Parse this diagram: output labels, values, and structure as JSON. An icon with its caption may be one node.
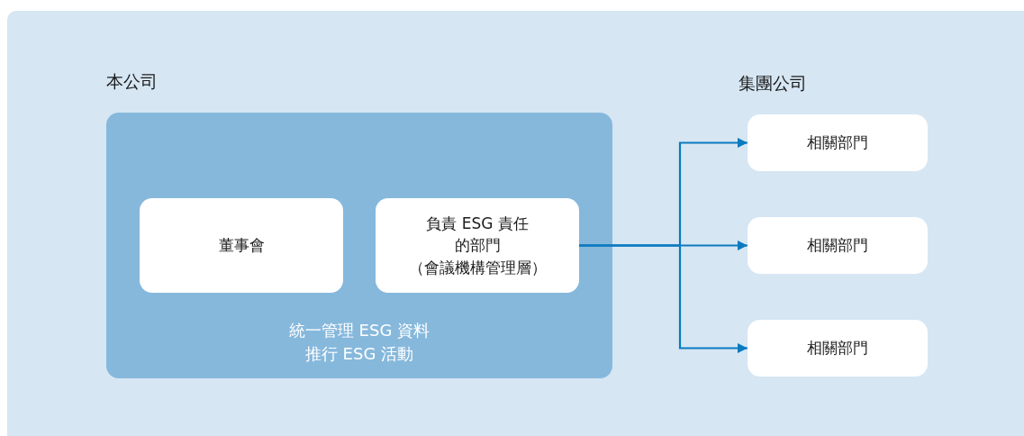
{
  "diagram": {
    "nodes": [
      {
        "text": [
          "本公司",
          "統一管理 ESG 資料推行 ESG 活動"
        ]
      },
      {
        "text": [
          "董事會"
        ],
        "in": 0
      },
      {
        "text": [
          "負責 ESG 責任的部門（會議機構管理層）"
        ],
        "in": 0
      },
      {
        "text": [
          "相關部門"
        ]
      },
      {
        "text": [
          "相關部門"
        ]
      },
      {
        "text": [
          "相關部門"
        ]
      }
    ],
    "edges": [
      {
        "from": 2,
        "to": 3,
        "arrow": "to"
      },
      {
        "from": 2,
        "to": 4,
        "arrow": "to"
      },
      {
        "from": 2,
        "to": 5,
        "arrow": "to"
      }
    ],
    "labels": [
      "集團公司"
    ]
  }
}
